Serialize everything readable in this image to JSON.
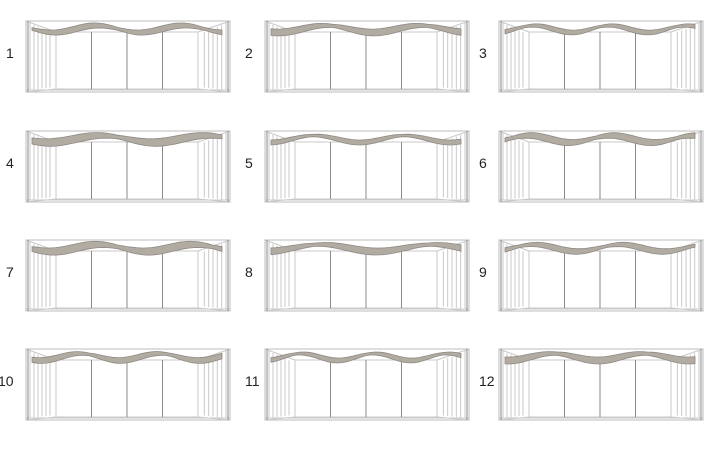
{
  "colors": {
    "frame": "#c9c9c9",
    "post": "#8a8a8a",
    "canopy_fill": "#b1aba2",
    "canopy_edge": "#8f8a84",
    "number": "#222222"
  },
  "panels": [
    {
      "number": "1"
    },
    {
      "number": "2"
    },
    {
      "number": "3"
    },
    {
      "number": "4"
    },
    {
      "number": "5"
    },
    {
      "number": "6"
    },
    {
      "number": "7"
    },
    {
      "number": "8"
    },
    {
      "number": "9"
    },
    {
      "number": "10"
    },
    {
      "number": "11"
    },
    {
      "number": "12"
    }
  ]
}
